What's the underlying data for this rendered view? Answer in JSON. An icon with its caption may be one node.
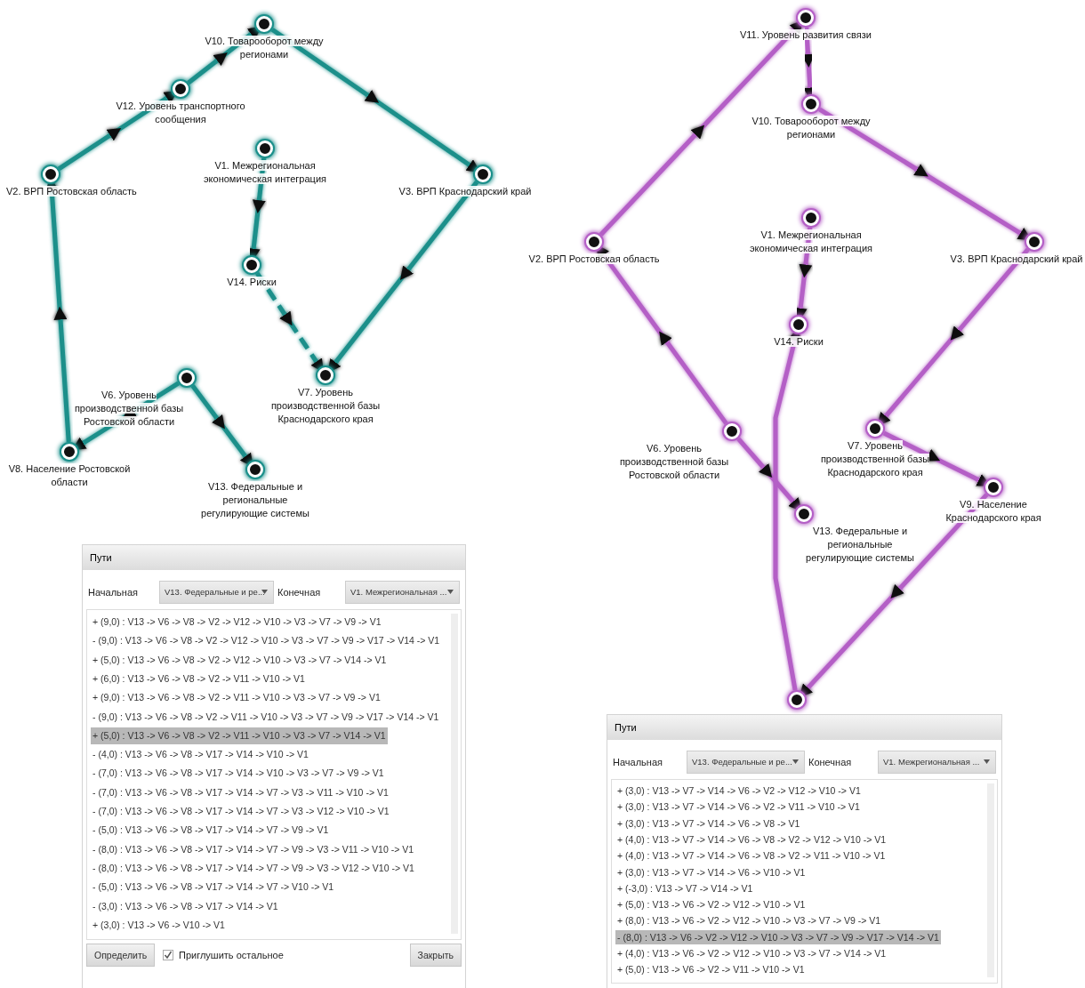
{
  "diagram": {
    "nodes": [
      {
        "text": [
          "V10. Товарооборот между регионами"
        ]
      },
      {
        "text": [
          "V12. Уровень транспортного сообщения"
        ]
      },
      {
        "text": [
          "V2. ВРП Ростовская область"
        ]
      },
      {
        "text": [
          "V3. ВРП Краснодарский край"
        ]
      },
      {
        "text": [
          "V1. Межрегиональная экономическая интеграция"
        ]
      },
      {
        "text": [
          "V14. Риски"
        ]
      },
      {
        "text": [
          "V7. Уровень производственной базы Краснодарского края"
        ]
      },
      {
        "text": [
          "V6. Уровень производственной базы Ростовской области"
        ]
      },
      {
        "text": [
          "V8. Население Ростовской области"
        ]
      },
      {
        "text": [
          "V13. Федеральные и региональные регулирующие системы"
        ]
      },
      {
        "text": [
          "V11. Уровень развития связи"
        ]
      },
      {
        "text": [
          "V10. Товарооборот между регионами"
        ]
      },
      {
        "text": [
          "V2. ВРП Ростовская область"
        ]
      },
      {
        "text": [
          "V3. ВРП Краснодарский край"
        ]
      },
      {
        "text": [
          "V1. Межрегиональная экономическая интеграция"
        ]
      },
      {
        "text": [
          "V14. Риски"
        ]
      },
      {
        "text": [
          "V6. Уровень производственной базы Ростовской области"
        ]
      },
      {
        "text": [
          "V7. Уровень производственной базы Краснодарского края"
        ]
      },
      {
        "text": [
          "V9. Население Краснодарского края"
        ]
      },
      {
        "text": [
          "V13. Федеральные и региональные регулирующие системы"
        ]
      },
      {
        "text": [],
        "shape": "circle"
      }
    ],
    "edges": [
      {
        "from": 7,
        "to": 9,
        "arrow": "to",
        "color": "#1a8f8a"
      },
      {
        "from": 7,
        "to": 8,
        "arrow": "to",
        "color": "#1a8f8a"
      },
      {
        "from": 8,
        "to": 2,
        "arrow": "to",
        "color": "#1a8f8a"
      },
      {
        "from": 2,
        "to": 1,
        "arrow": "to",
        "color": "#1a8f8a"
      },
      {
        "from": 1,
        "to": 0,
        "arrow": "to",
        "color": "#1a8f8a"
      },
      {
        "from": 0,
        "to": 3,
        "arrow": "to",
        "color": "#1a8f8a"
      },
      {
        "from": 3,
        "to": 6,
        "arrow": "to",
        "color": "#1a8f8a"
      },
      {
        "from": 5,
        "to": 6,
        "arrow": "to",
        "style": "dashed",
        "color": "#1a8f8a"
      },
      {
        "from": 4,
        "to": 5,
        "arrow": "to",
        "color": "#1a8f8a"
      },
      {
        "from": 16,
        "to": 19,
        "arrow": "to"
      },
      {
        "from": 16,
        "to": 12,
        "arrow": "to"
      },
      {
        "from": 12,
        "to": 10,
        "arrow": "to"
      },
      {
        "from": 10,
        "to": 11,
        "arrow": "to"
      },
      {
        "from": 11,
        "to": 13,
        "arrow": "to"
      },
      {
        "from": 13,
        "to": 17,
        "arrow": "to"
      },
      {
        "from": 17,
        "to": 18,
        "arrow": "to"
      },
      {
        "from": 18,
        "to": 20,
        "arrow": "to"
      },
      {
        "from": 20,
        "to": 15,
        "arrow": "to"
      },
      {
        "from": 14,
        "to": 15,
        "arrow": "to"
      }
    ],
    "labels": [
      "Пути",
      "Начальная",
      "V13. Федеральные и ре...",
      "Конечная",
      "V1. Межрегиональная ...",
      "+ (9,0) : V13 -> V6 -> V8 -> V2 -> V12 -> V10 -> V3 -> V7 -> V9 -> V1",
      "- (9,0) : V13 -> V6 -> V8 -> V2 -> V12 -> V10 -> V3 -> V7 -> V9 -> V17 -> V14 -> V1",
      "+ (5,0) : V13 -> V6 -> V8 -> V2 -> V12 -> V10 -> V3 -> V7 -> V14 -> V1",
      "+ (6,0) : V13 -> V6 -> V8 -> V2 -> V11 -> V10 -> V1",
      "+ (9,0) : V13 -> V6 -> V8 -> V2 -> V11 -> V10 -> V3 -> V7 -> V9 -> V1",
      "- (9,0) : V13 -> V6 -> V8 -> V2 -> V11 -> V10 -> V3 -> V7 -> V9 -> V17 -> V14 -> V1",
      "+ (5,0) : V13 -> V6 -> V8 -> V2 -> V11 -> V10 -> V3 -> V7 -> V14 -> V1",
      "- (4,0) : V13 -> V6 -> V8 -> V17 -> V14 -> V10 -> V1",
      "- (7,0) : V13 -> V6 -> V8 -> V17 -> V14 -> V10 -> V3 -> V7 -> V9 -> V1",
      "- (7,0) : V13 -> V6 -> V8 -> V17 -> V14 -> V7 -> V3 -> V11 -> V10 -> V1",
      "- (7,0) : V13 -> V6 -> V8 -> V17 -> V14 -> V7 -> V3 -> V12 -> V10 -> V1",
      "- (5,0) : V13 -> V6 -> V8 -> V17 -> V14 -> V7 -> V9 -> V1",
      "- (8,0) : V13 -> V6 -> V8 -> V17 -> V14 -> V7 -> V9 -> V3 -> V11 -> V10 -> V1",
      "- (8,0) : V13 -> V6 -> V8 -> V17 -> V14 -> V7 -> V9 -> V3 -> V12 -> V10 -> V1",
      "- (5,0) : V13 -> V6 -> V8 -> V17 -> V14 -> V7 -> V10 -> V1",
      "- (3,0) : V13 -> V6 -> V8 -> V17 -> V14 -> V1",
      "+ (3,0) : V13 -> V6 -> V10 -> V1",
      "Определить",
      "Приглушить остальное",
      "Закрыть",
      "Пути",
      "Начальная",
      "V13. Федеральные и ре...",
      "Конечная",
      "V1. Межрегиональная ...",
      "+ (3,0) : V13 -> V7 -> V14 -> V6 -> V2 -> V12 -> V10 -> V1",
      "+ (3,0) : V13 -> V7 -> V14 -> V6 -> V2 -> V11 -> V10 -> V1",
      "+ (3,0) : V13 -> V7 -> V14 -> V6 -> V8 -> V1",
      "+ (4,0) : V13 -> V7 -> V14 -> V6 -> V8 -> V2 -> V12 -> V10 -> V1",
      "+ (4,0) : V13 -> V7 -> V14 -> V6 -> V8 -> V2 -> V11 -> V10 -> V1",
      "+ (3,0) : V13 -> V7 -> V14 -> V6 -> V10 -> V1",
      "+ (-3,0) : V13 -> V7 -> V14 -> V1",
      "+ (5,0) : V13 -> V6 -> V2 -> V12 -> V10 -> V1",
      "+ (8,0) : V13 -> V6 -> V2 -> V12 -> V10 -> V3 -> V7 -> V9 -> V1",
      "- (8,0) : V13 -> V6 -> V2 -> V12 -> V10 -> V3 -> V7 -> V9 -> V17 -> V14 -> V1",
      "+ (4,0) : V13 -> V6 -> V2 -> V12 -> V10 -> V3 -> V7 -> V14 -> V1",
      "+ (5,0) : V13 -> V6 -> V2 -> V11 -> V10 -> V1"
    ]
  }
}
